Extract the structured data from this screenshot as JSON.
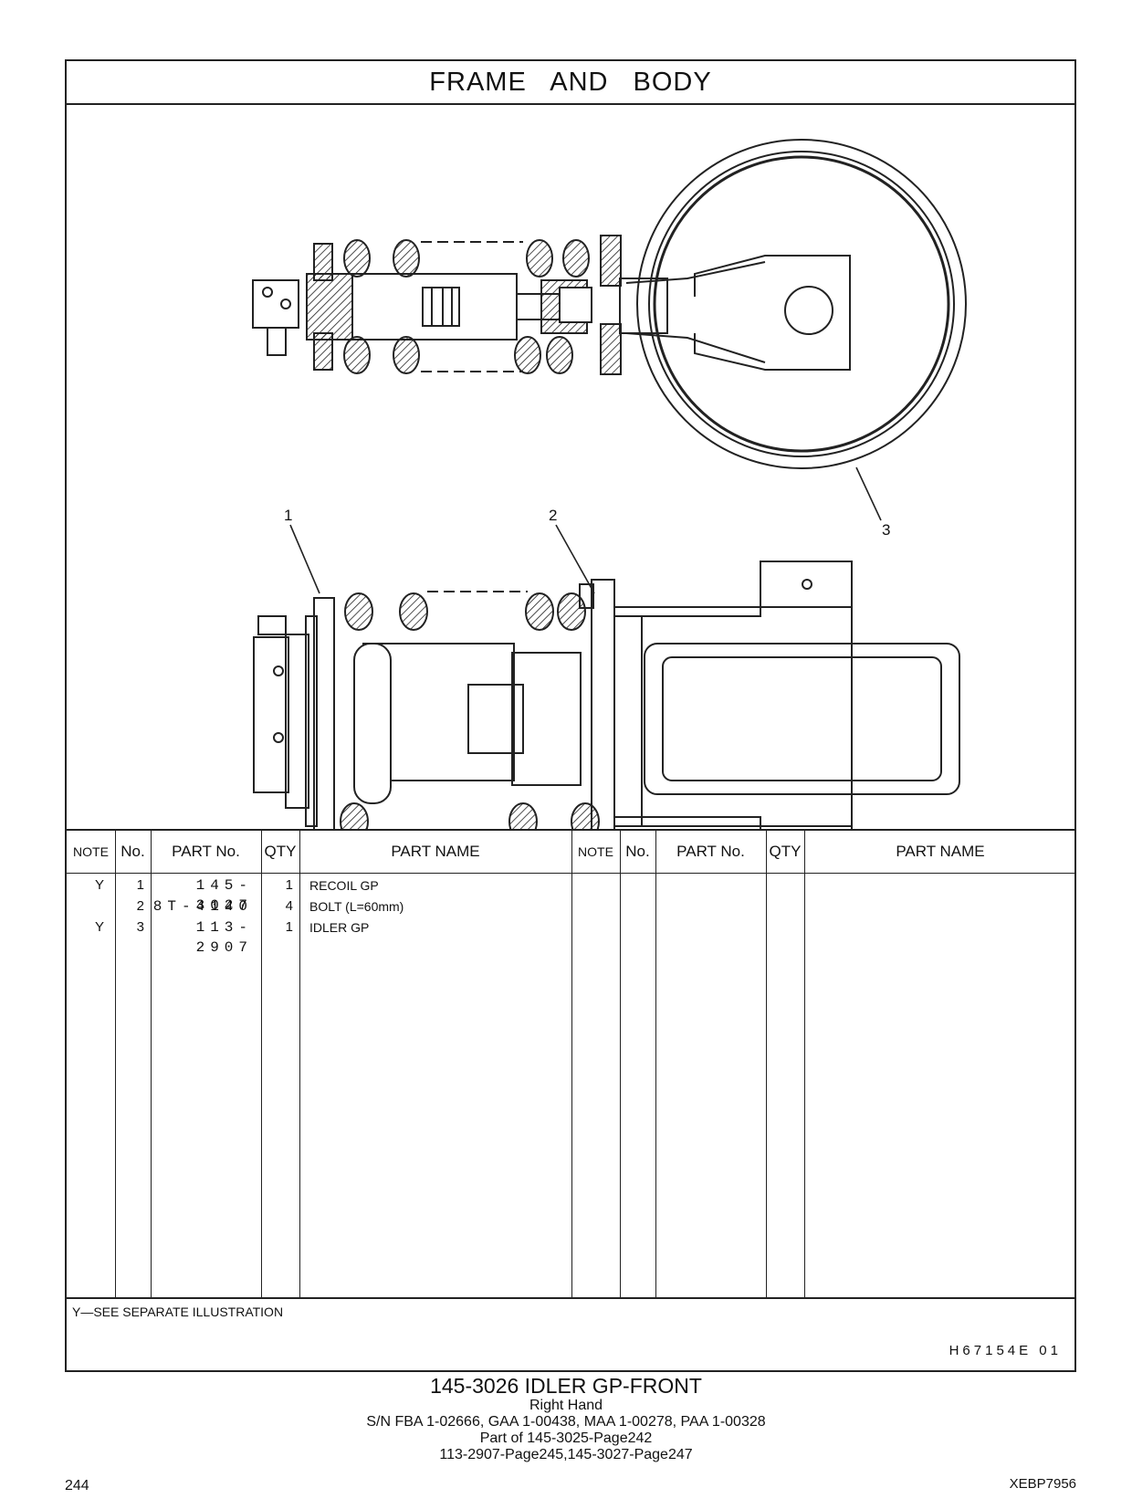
{
  "header": {
    "title": "FRAME AND BODY"
  },
  "callouts": [
    "1",
    "2",
    "3"
  ],
  "table": {
    "columns": [
      "NOTE",
      "No.",
      "PART No.",
      "QTY",
      "PART NAME",
      "NOTE",
      "No.",
      "PART No.",
      "QTY",
      "PART NAME"
    ],
    "rows": [
      {
        "note": "Y",
        "no": "1",
        "part_no": "145-3027",
        "qty": "1",
        "part_name": "RECOIL GP"
      },
      {
        "note": "",
        "no": "2",
        "part_no": "8T-4140",
        "qty": "4",
        "part_name": "BOLT (L=60mm)"
      },
      {
        "note": "Y",
        "no": "3",
        "part_no": "113-2907",
        "qty": "1",
        "part_name": "IDLER GP"
      }
    ]
  },
  "footer": {
    "footnote": "Y―SEE SEPARATE ILLUSTRATION",
    "illustration_code": "H67154E 01"
  },
  "caption": {
    "title": "145-3026 IDLER GP-FRONT",
    "line1": "Right Hand",
    "line2": "S/N FBA 1-02666, GAA 1-00438, MAA 1-00278, PAA 1-00328",
    "line3": "Part of 145-3025-Page242",
    "line4": "113-2907-Page245,145-3027-Page247"
  },
  "page": {
    "number": "244",
    "document_id": "XEBP7956"
  }
}
